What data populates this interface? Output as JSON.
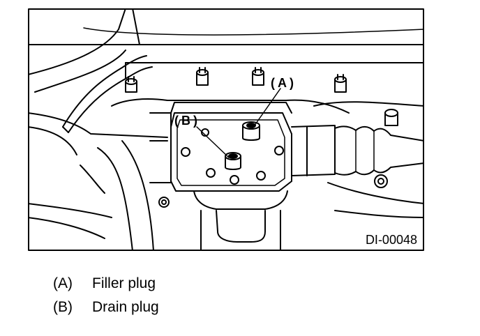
{
  "figure": {
    "id_label": "DI-00048",
    "callouts": [
      {
        "key": "(A)"
      },
      {
        "key": "(B)"
      }
    ]
  },
  "legend": [
    {
      "key": "(A)",
      "description": "Filler plug"
    },
    {
      "key": "(B)",
      "description": "Drain plug"
    }
  ]
}
